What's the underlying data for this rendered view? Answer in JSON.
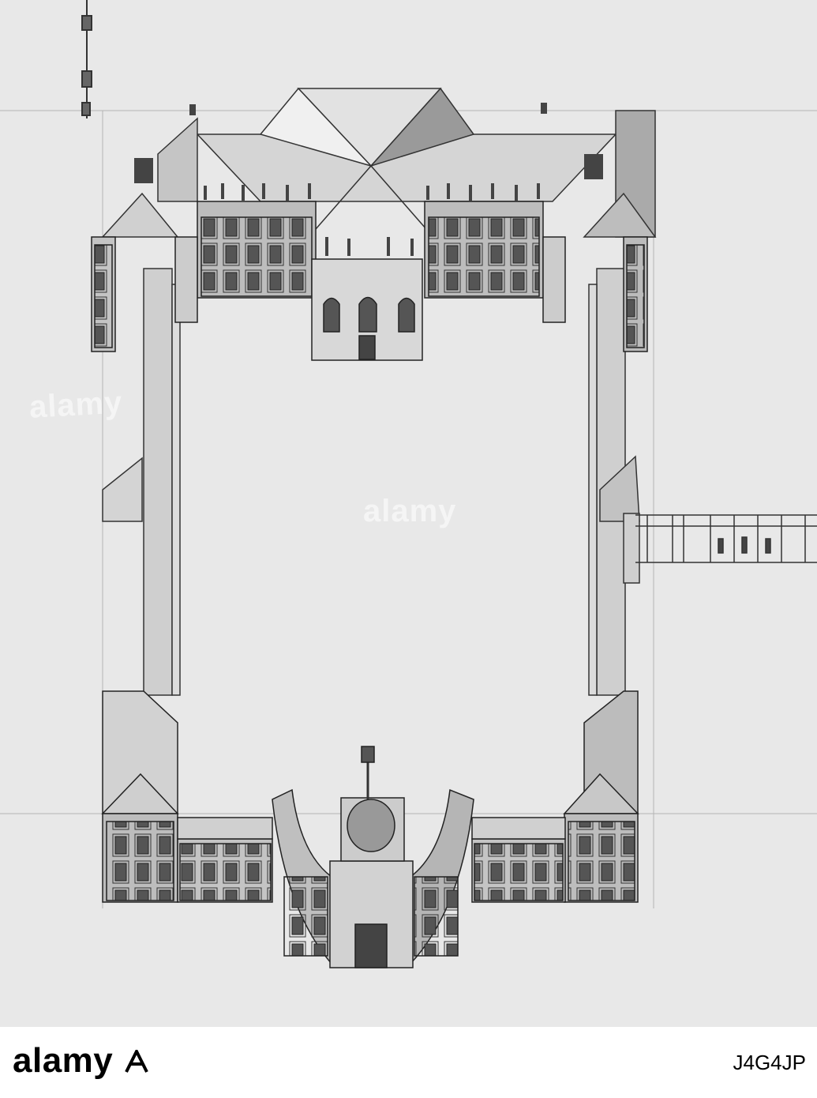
{
  "watermark": {
    "brand": "alamy"
  },
  "footer": {
    "logo_text": "alamy",
    "image_id": "J4G4JP"
  }
}
